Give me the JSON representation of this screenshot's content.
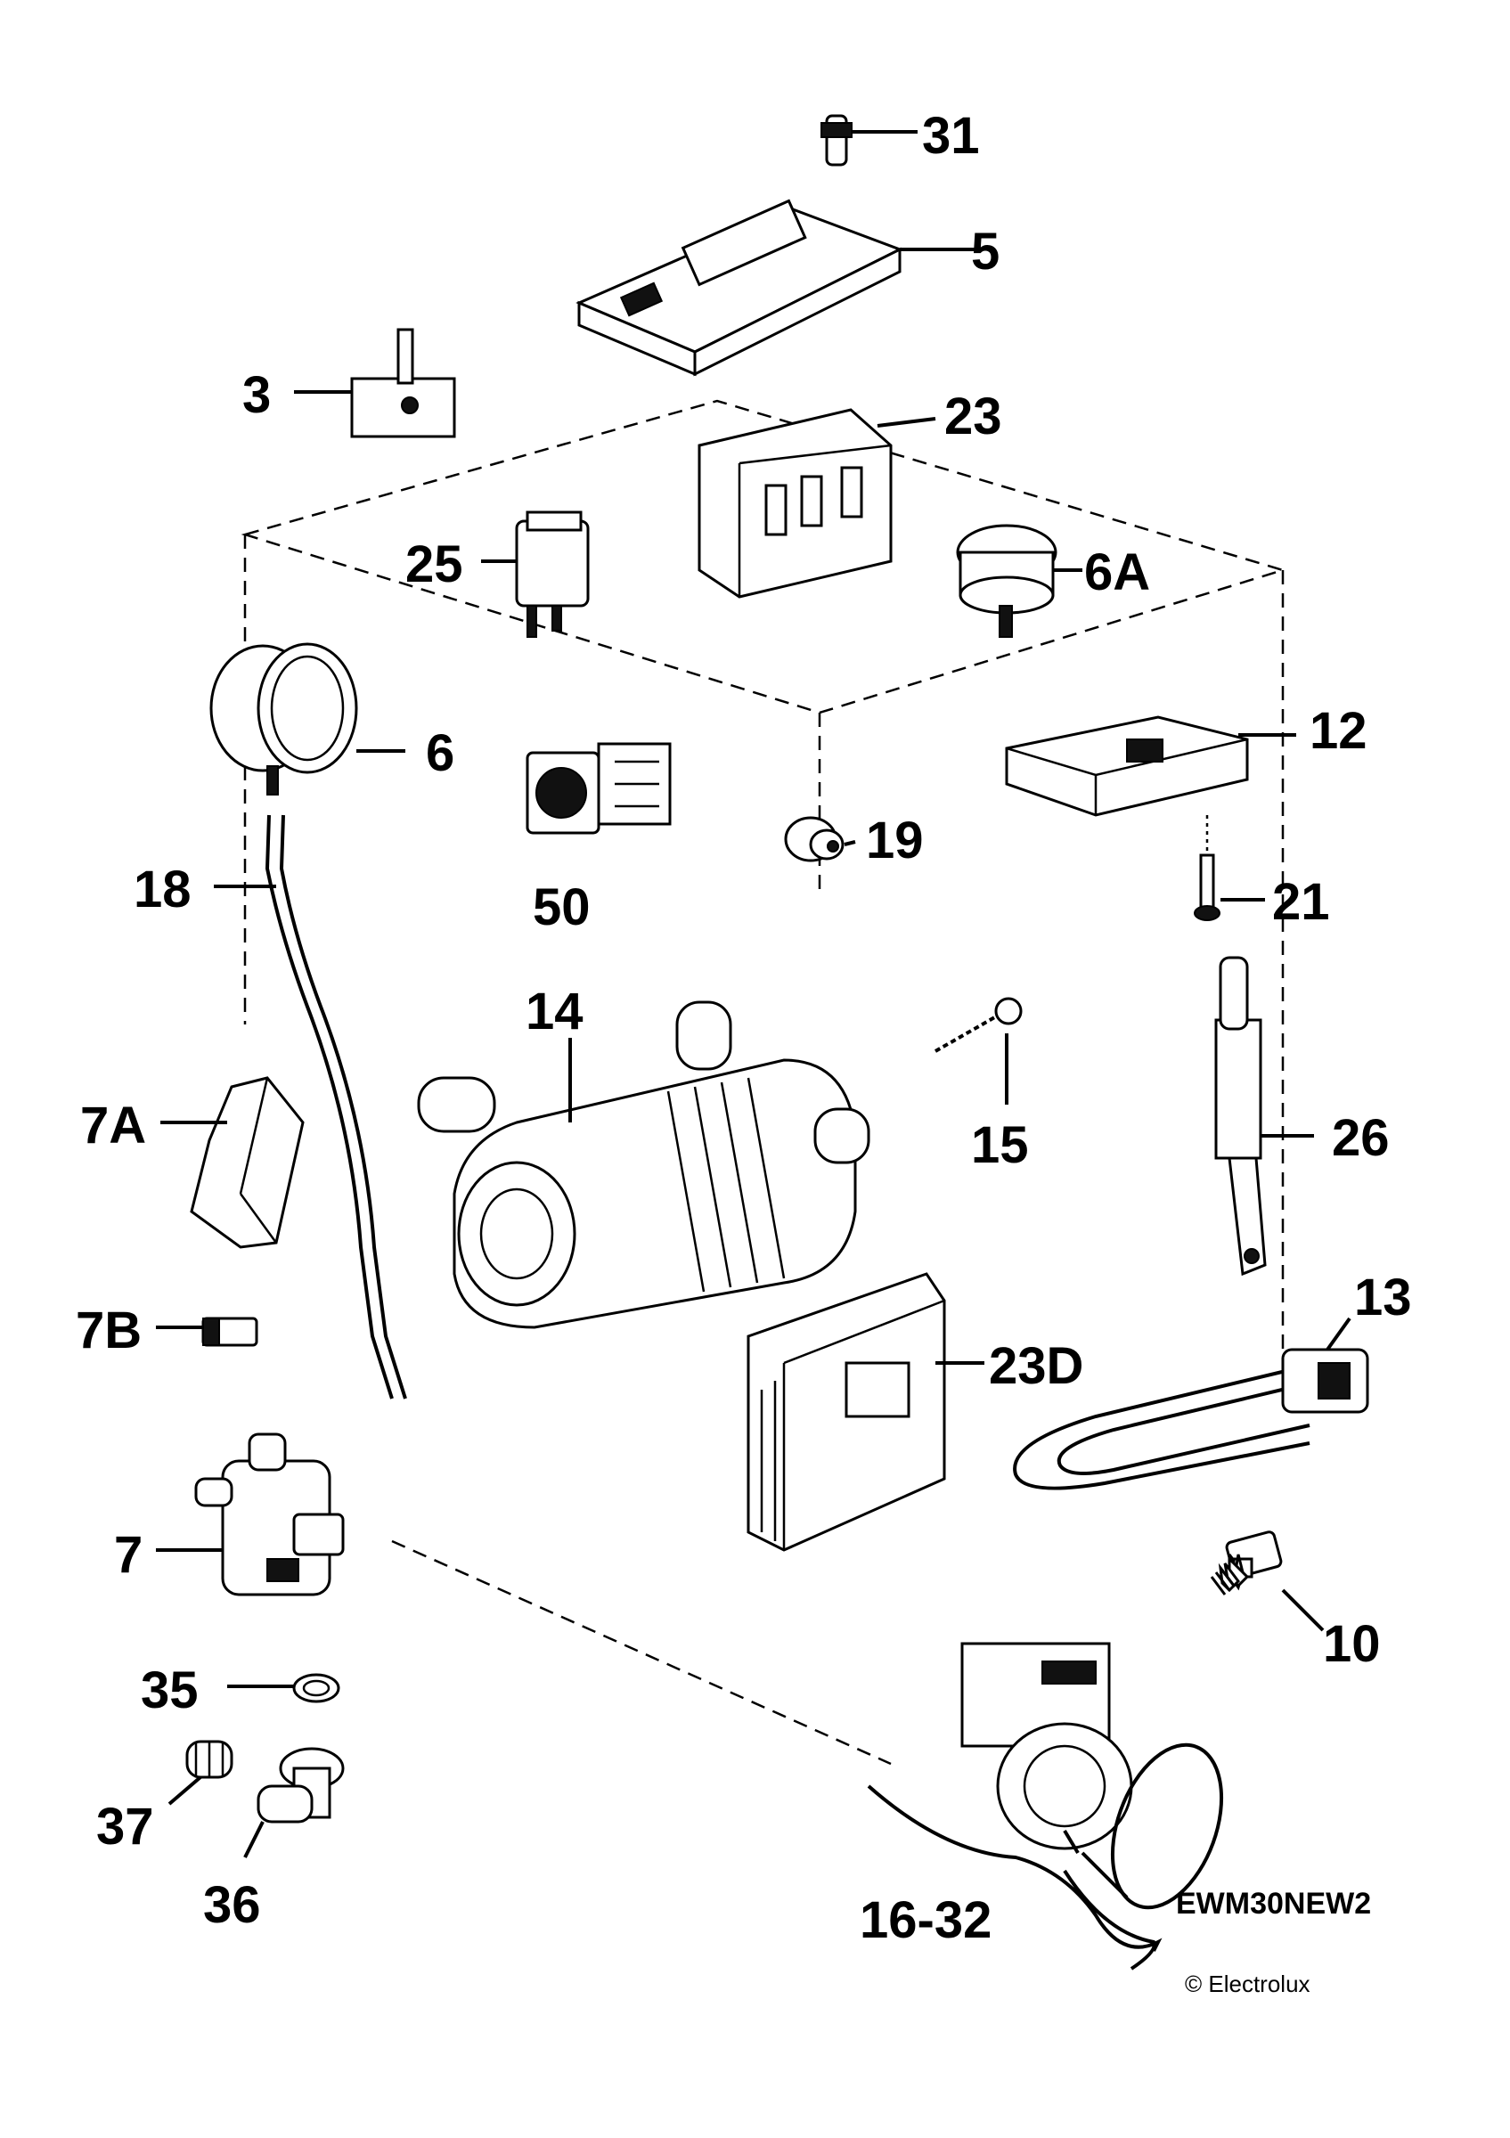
{
  "diagram": {
    "callouts": {
      "p31": "31",
      "p5": "5",
      "p3": "3",
      "p23": "23",
      "p25": "25",
      "p6A": "6A",
      "p6": "6",
      "p12": "12",
      "p50": "50",
      "p19": "19",
      "p18": "18",
      "p21": "21",
      "p14": "14",
      "p15": "15",
      "p26": "26",
      "p7A": "7A",
      "p7B": "7B",
      "p13": "13",
      "p23D": "23D",
      "p7": "7",
      "p10": "10",
      "p35": "35",
      "p37": "37",
      "p36": "36",
      "p16_32": "16-32"
    },
    "model_code": "EWM30NEW2",
    "copyright": "© Electrolux"
  }
}
